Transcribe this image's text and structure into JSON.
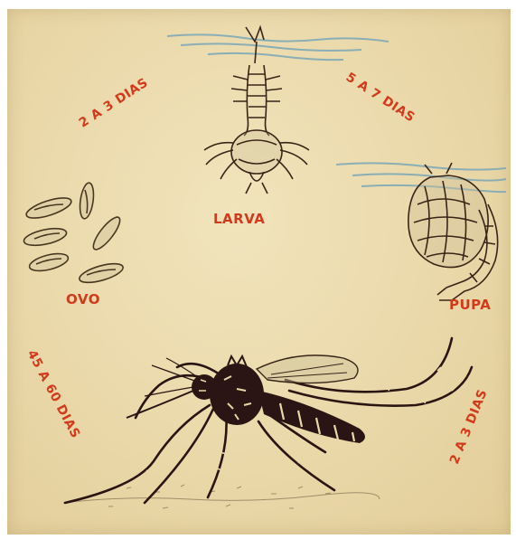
{
  "stages": {
    "larva": "LARVA",
    "egg": "OVO",
    "pupa": "PUPA"
  },
  "durations": {
    "egg_to_larva": "2 A 3 DIAS",
    "larva_to_pupa": "5 A 7 DIAS",
    "pupa_to_adult": "2 A 3 DIAS",
    "adult_to_egg": "45 A 60 DIAS"
  },
  "colors": {
    "paper": "#ead8a9",
    "label_red": "#d23a1c",
    "ink": "#2a1414",
    "water": "#7aa7b8"
  },
  "icons": [
    "larva-illustration",
    "egg-cluster-illustration",
    "pupa-illustration",
    "mosquito-illustration",
    "water-surface-lines"
  ]
}
